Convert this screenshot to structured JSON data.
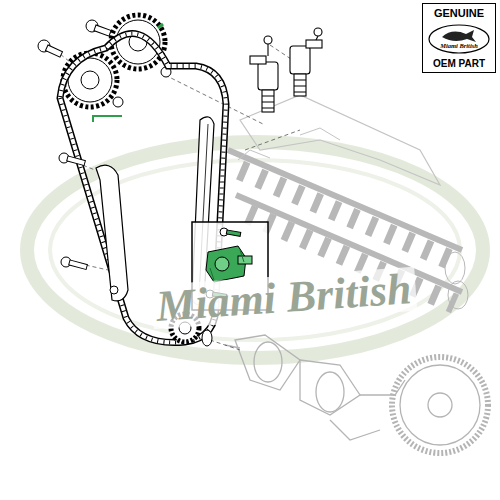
{
  "diagram": {
    "nodes": [
      {
        "text": [
          "GENUINE",
          "OEM PART"
        ]
      },
      {
        "text": [
          "Miami British"
        ],
        "in": 0
      }
    ],
    "labels": [
      "Miami British"
    ]
  }
}
